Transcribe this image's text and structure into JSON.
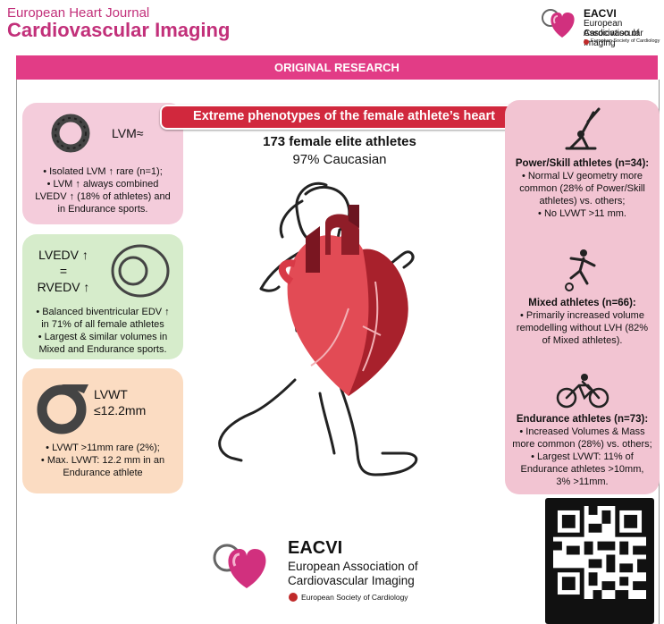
{
  "header": {
    "journal_line1": "European Heart Journal",
    "journal_line2": "Cardiovascular Imaging",
    "eacvi_short": "EACVI",
    "eacvi_name_line1": "European Association of",
    "eacvi_name_line2": "Cardiovascular Imaging",
    "esc": "European Society of Cardiology"
  },
  "band_label": "ORIGINAL RESEARCH",
  "banner_title": "Extreme phenotypes of the female athlete’s heart",
  "center": {
    "line1": "173 female elite athletes",
    "line2": "97% Caucasian"
  },
  "left_panels": {
    "lvm": {
      "label": "LVM≈",
      "b1": "• Isolated LVM ↑ rare (n=1);",
      "b2": "• LVM ↑ always combined",
      "b3": "LVEDV ↑ (18% of athletes) and",
      "b4": "in Endurance sports."
    },
    "edv": {
      "l1": "LVEDV ↑",
      "l2": "=",
      "l3": "RVEDV ↑",
      "b1": "• Balanced biventricular EDV ↑",
      "b2": "in 71% of all female athletes",
      "b3": "• Largest & similar volumes in",
      "b4": "Mixed and Endurance sports."
    },
    "lvwt": {
      "l1": "LVWT",
      "l2": "≤12.2mm",
      "b1": "• LVWT >11mm rare (2%);",
      "b2": "• Max. LVWT: 12.2 mm in an",
      "b3": "Endurance athlete"
    }
  },
  "right_panel": {
    "power": {
      "title": "Power/Skill athletes (n=34):",
      "l1": "• Normal LV geometry more",
      "l2": "common (28% of Power/Skill",
      "l3": "athletes) vs. others;",
      "l4": "• No LVWT >11 mm."
    },
    "mixed": {
      "title": "Mixed athletes (n=66):",
      "l1": "• Primarily increased volume",
      "l2": "remodelling without LVH (82%",
      "l3": "of Mixed athletes)."
    },
    "endurance": {
      "title": "Endurance athletes (n=73):",
      "l1": "• Increased Volumes & Mass",
      "l2": "more common (28%) vs. others;",
      "l3": "• Largest LVWT: 11% of",
      "l4": "Endurance athletes >10mm,",
      "l5": "3% >11mm."
    }
  },
  "footer": {
    "short": "EACVI",
    "line1": "European Association of",
    "line2": "Cardiovascular Imaging",
    "esc": "European Society of Cardiology"
  },
  "colors": {
    "brand_magenta": "#c2307a",
    "band_pink": "#e23c86",
    "banner_red": "#d1283d",
    "panel_pink": "#f4ccdb",
    "panel_green": "#d6eccb",
    "panel_peach": "#fbdcc2",
    "panel_right": "#f2c4d2"
  }
}
